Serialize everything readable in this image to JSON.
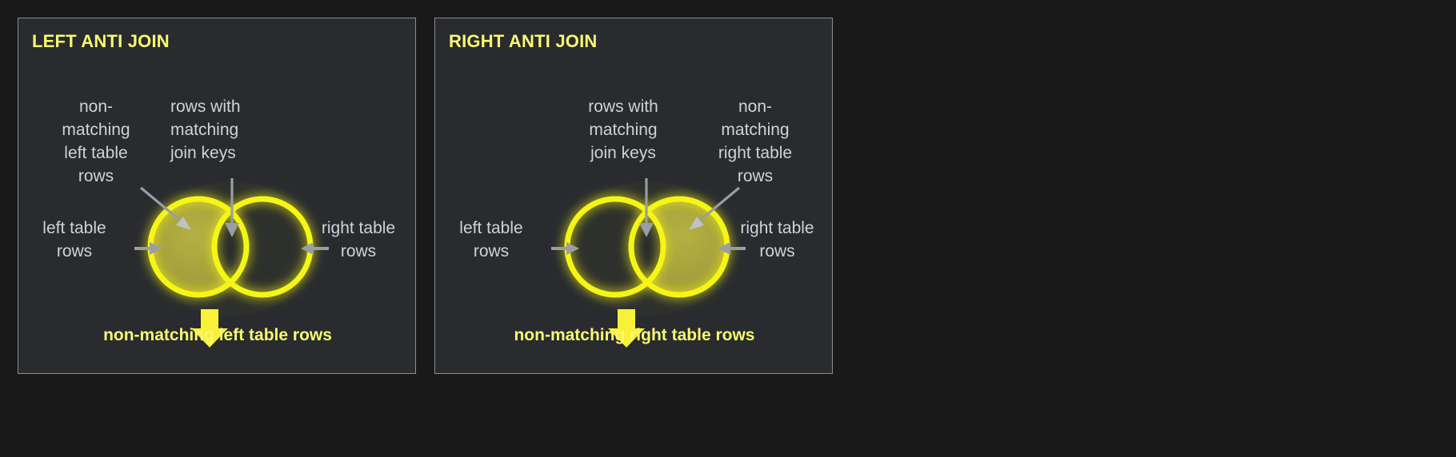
{
  "page": {
    "background_color": "#191919",
    "panel_background_color": "#292b2f",
    "panel_border_color": "#8a8d92",
    "accent_yellow": "#f9f871",
    "circle_stroke_color": "#f5f514",
    "circle_fill_color": "#a8a33c",
    "label_text_color": "#d0d2d4",
    "arrow_color": "#9a9da1"
  },
  "panels": [
    {
      "id": "left-anti-join",
      "title": "LEFT ANTI JOIN",
      "callouts": {
        "top_left": "non-\nmatching\nleft table\nrows",
        "top_center": "rows with\nmatching\njoin keys",
        "side_left": "left table\nrows",
        "side_right": "right table\nrows"
      },
      "result_caption": "non-matching left table rows",
      "highlighted_region": "left-only"
    },
    {
      "id": "right-anti-join",
      "title": "RIGHT ANTI JOIN",
      "callouts": {
        "top_left": "rows with\nmatching\njoin keys",
        "top_center": "non-\nmatching\nright table\nrows",
        "side_left": "left table\nrows",
        "side_right": "right table\nrows"
      },
      "result_caption": "non-matching right table rows",
      "highlighted_region": "right-only"
    }
  ]
}
